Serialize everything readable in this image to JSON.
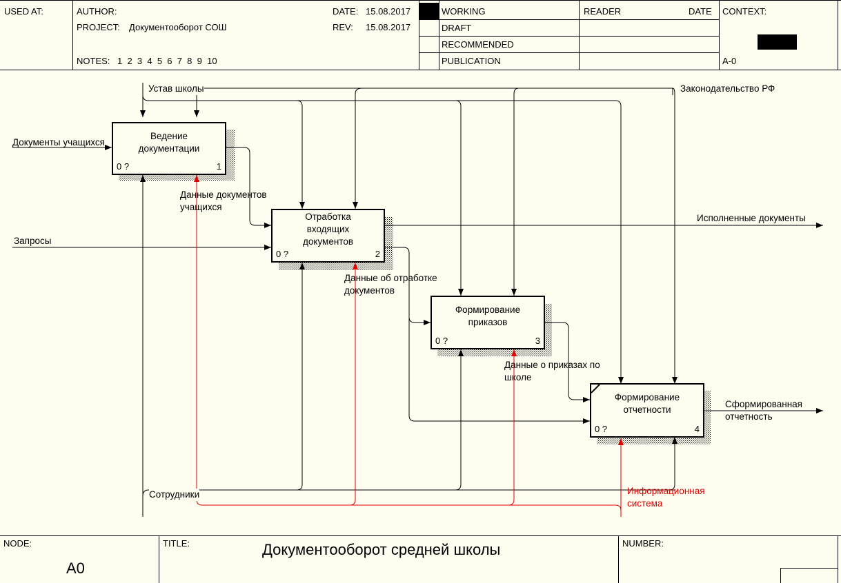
{
  "header": {
    "used_at": "USED AT:",
    "author": "AUTHOR:",
    "project_label": "PROJECT:",
    "project": "Документооборот СОШ",
    "notes_label": "NOTES:",
    "notes": "1  2  3  4  5  6  7  8  9  10",
    "date_label": "DATE:",
    "date": "15.08.2017",
    "rev_label": "REV:",
    "rev": "15.08.2017",
    "statuses": [
      "WORKING",
      "DRAFT",
      "RECOMMENDED",
      "PUBLICATION"
    ],
    "reader": "READER",
    "reader_date": "DATE",
    "context": "CONTEXT:",
    "context_node": "A-0"
  },
  "activities": [
    {
      "name": "Ведение документации",
      "code": "0 ?",
      "num": "1"
    },
    {
      "name": "Отработка входящих документов",
      "code": "0 ?",
      "num": "2"
    },
    {
      "name": "Формирование приказов",
      "code": "0 ?",
      "num": "3"
    },
    {
      "name": "Формирование отчетности",
      "code": "0 ?",
      "num": "4"
    }
  ],
  "arrows": {
    "ustav": "Устав школы",
    "zakon": "Законодательство РФ",
    "docs_students": "Документы учащихся",
    "requests": "Запросы",
    "data_docs_students": "Данные документов учащихся",
    "executed_docs": "Исполненные документы",
    "data_processing": "Данные об отработке документов",
    "data_orders": "Данные о приказах по школе",
    "report": "Сформированная отчетность",
    "staff": "Сотрудники",
    "infosys": "Информационная система"
  },
  "footer": {
    "node_label": "NODE:",
    "node": "A0",
    "title_label": "TITLE:",
    "title": "Документооборот средней школы",
    "number_label": "NUMBER:"
  },
  "colors": {
    "background": "#fffdf0",
    "mechanism_red": "#e00000"
  }
}
